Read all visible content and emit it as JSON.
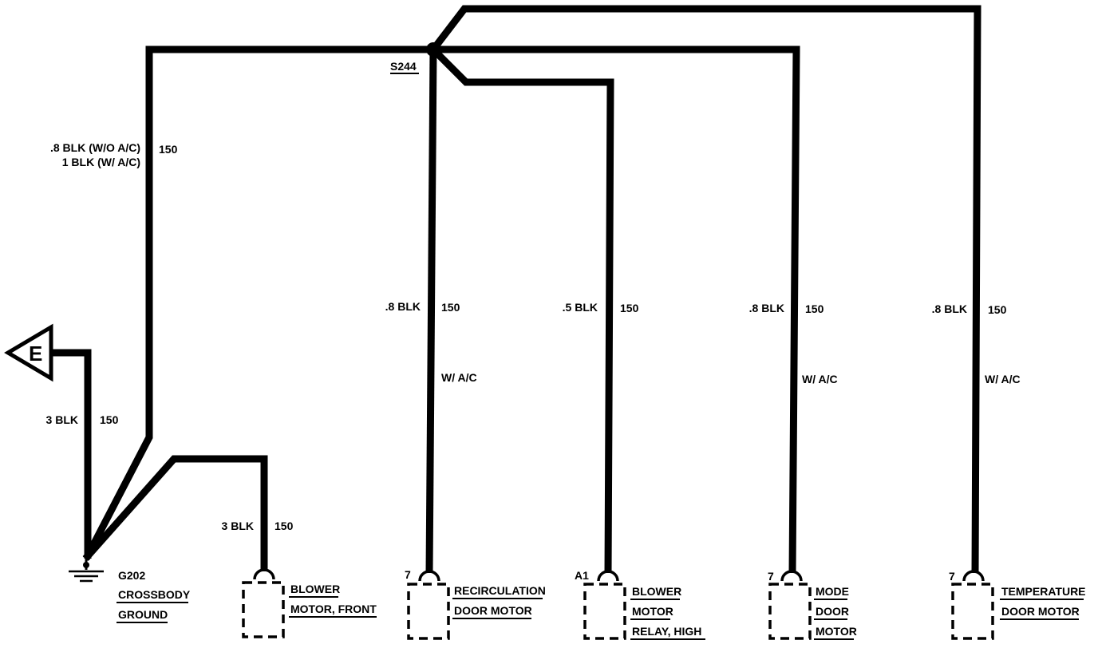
{
  "splice": {
    "label": "S244"
  },
  "connector_e": {
    "label": "E"
  },
  "ground": {
    "id": "G202",
    "line1": "CROSSBODY",
    "line2": "GROUND"
  },
  "wires": {
    "main_left": {
      "gauge_line1": ".8 BLK (W/O A/C)",
      "gauge_line2": "1 BLK (W/ A/C)",
      "circuit": "150"
    },
    "to_e": {
      "gauge": "3 BLK",
      "circuit": "150"
    },
    "blower_front": {
      "gauge": "3 BLK",
      "circuit": "150"
    },
    "recirc": {
      "gauge": ".8 BLK",
      "circuit": "150",
      "option": "W/ A/C"
    },
    "blower_relay": {
      "gauge": ".5 BLK",
      "circuit": "150"
    },
    "mode": {
      "gauge": ".8 BLK",
      "circuit": "150",
      "option": "W/ A/C"
    },
    "temperature": {
      "gauge": ".8 BLK",
      "circuit": "150",
      "option": "W/ A/C"
    }
  },
  "components": {
    "blower_front": {
      "pin": "",
      "line1": "BLOWER",
      "line2": "MOTOR, FRONT",
      "line3": ""
    },
    "recirc": {
      "pin": "7",
      "line1": "RECIRCULATION",
      "line2": "DOOR MOTOR",
      "line3": ""
    },
    "blower_relay": {
      "pin": "A1",
      "line1": "BLOWER",
      "line2": "MOTOR",
      "line3": "RELAY, HIGH"
    },
    "mode": {
      "pin": "7",
      "line1": "MODE",
      "line2": "DOOR",
      "line3": "MOTOR"
    },
    "temperature": {
      "pin": "7",
      "line1": "TEMPERATURE",
      "line2": "DOOR MOTOR",
      "line3": ""
    }
  }
}
